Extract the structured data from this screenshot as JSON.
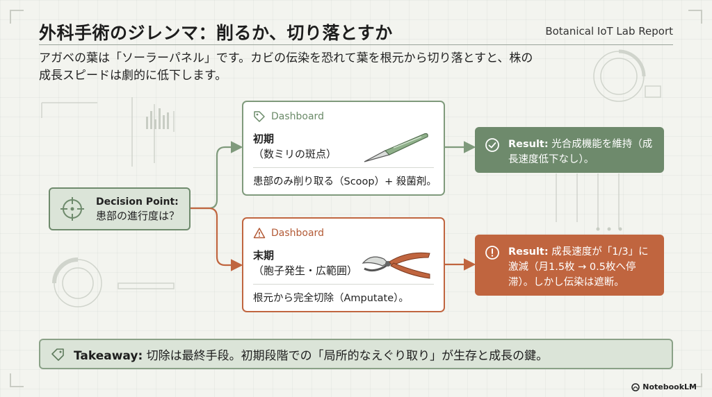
{
  "header": {
    "title": "外科手術のジレンマ：削るか、切り落とすか",
    "brand": "Botanical IoT Lab Report",
    "subtitle": "アガベの葉は「ソーラーパネル」です。カビの伝染を恐れて葉を根元から切り落とすと、株の成長スピードは劇的に低下します。"
  },
  "decision": {
    "label": "Decision Point:",
    "question": "患部の進行度は？"
  },
  "branches": {
    "early": {
      "tag": "Dashboard",
      "stage": "初期",
      "note": "（数ミリの斑点）",
      "action": "患部のみ削り取る（Scoop）+ 殺菌剤。",
      "result_label": "Result:",
      "result_text": "光合成機能を維持（成長速度低下なし）。"
    },
    "late": {
      "tag": "Dashboard",
      "stage": "末期",
      "note": "（胞子発生・広範囲）",
      "action": "根元から完全切除（Amputate）。",
      "result_label": "Result:",
      "result_text": "成長速度が「1/3」に激減（月1.5枚 → 0.5枚へ停滞）。しかし伝染は遮断。"
    }
  },
  "takeaway": {
    "label": "Takeaway:",
    "text": "切除は最終手段。初期段階での「局所的なえぐり取り」が生存と成長の鍵。"
  },
  "footer": {
    "brand": "NotebookLM"
  },
  "colors": {
    "green": "#6e8a6c",
    "orange": "#c0653f",
    "panel": "#dbe4d8",
    "bg": "#f3f4ef"
  },
  "icons": [
    "crosshair-icon",
    "tag-icon",
    "warning-icon",
    "scalpel-icon",
    "pruning-shears-icon",
    "check-circle-icon",
    "alert-circle-icon",
    "label-icon"
  ]
}
